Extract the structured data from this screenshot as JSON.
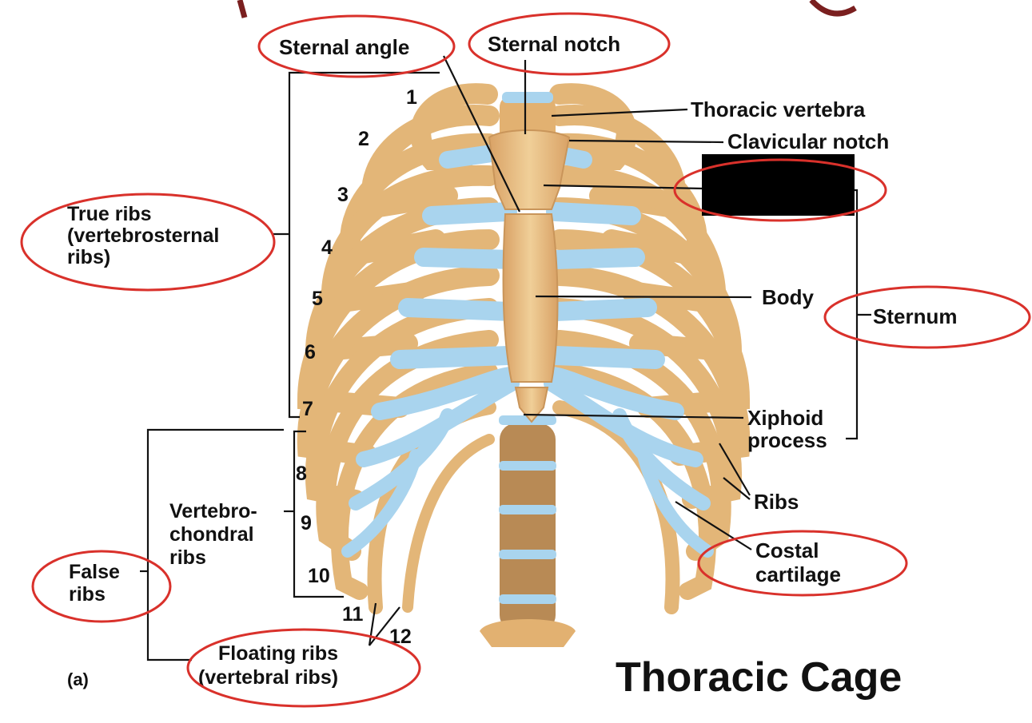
{
  "labels": {
    "sternal_angle": "Sternal angle",
    "sternal_notch": "Sternal notch",
    "thoracic_vertebra": "Thoracic vertebra",
    "clavicular_notch": "Clavicular notch",
    "true_ribs_1": "True ribs",
    "true_ribs_2": "(vertebrosternal",
    "true_ribs_3": "ribs)",
    "body": "Body",
    "sternum": "Sternum",
    "xiphoid_1": "Xiphoid",
    "xiphoid_2": "process",
    "ribs": "Ribs",
    "costal_1": "Costal",
    "costal_2": "cartilage",
    "vertebro_1": "Vertebro-",
    "vertebro_2": "chondral",
    "vertebro_3": "ribs",
    "false_1": "False",
    "false_2": "ribs",
    "floating_1": "Floating ribs",
    "floating_2": "(vertebral ribs)",
    "panel": "(a)",
    "title": "Thoracic Cage"
  },
  "rib_numbers": [
    "1",
    "2",
    "3",
    "4",
    "5",
    "6",
    "7",
    "8",
    "9",
    "10",
    "11",
    "12"
  ],
  "colors": {
    "bone": "#e8be82",
    "bone_dark": "#c9955a",
    "cartilage": "#a9d4ee",
    "highlight_ellipse": "#d9312b",
    "redaction": "#000000"
  }
}
